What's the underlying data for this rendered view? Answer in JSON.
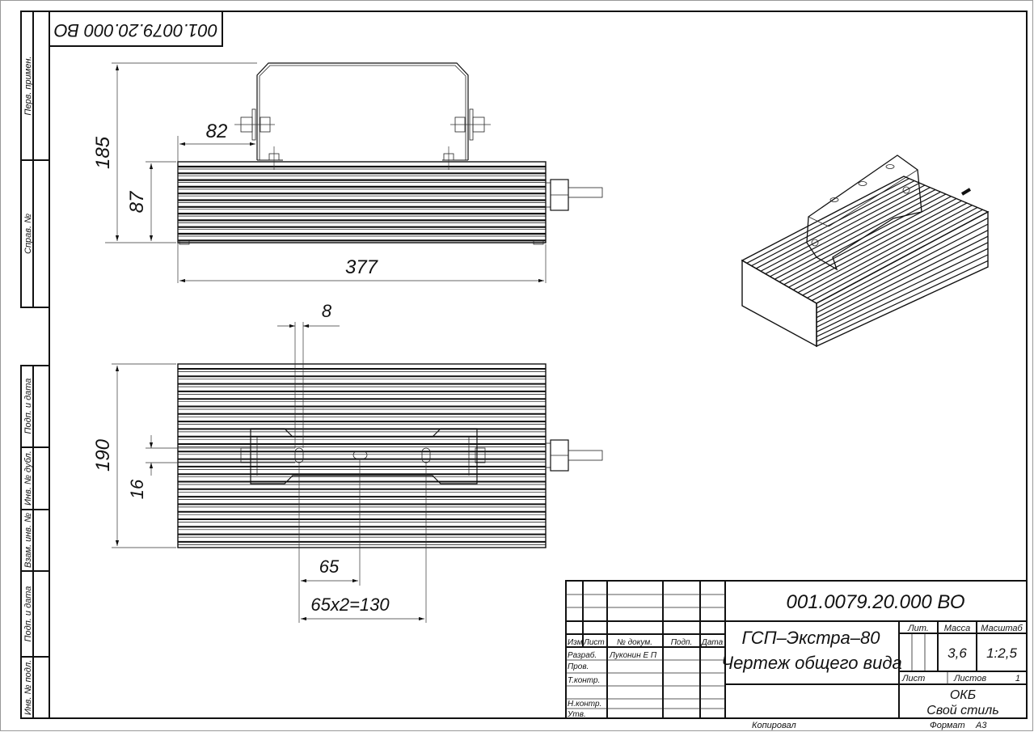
{
  "stamp_rotated": "001.0079.20.000 ВО",
  "sidebar": {
    "top": [
      "Перв. примен.",
      "Справ. №"
    ],
    "bottom": [
      "Подп. и дата",
      "Инв. № дубл.",
      "Взам. инв. №",
      "Подп. и дата",
      "Инв. № подл."
    ]
  },
  "dimensions": {
    "overall_height": "185",
    "body_height": "87",
    "bracket_offset": "82",
    "length": "377",
    "slot_width": "8",
    "width": "190",
    "slot_length": "16",
    "slot_pitch": "65",
    "slot_span": "65x2=130"
  },
  "title_block": {
    "doc_number": "001.0079.20.000 ВО",
    "name_line1": "ГСП–Экстра–80",
    "name_line2": "Чертеж общего вида",
    "headers": {
      "izm": "Изм",
      "list": "Лист",
      "doc_no": "№ докум.",
      "podp": "Подп.",
      "date": "Дата"
    },
    "roles": [
      {
        "role": "Разраб.",
        "name": "Луконин Е П"
      },
      {
        "role": "Пров.",
        "name": ""
      },
      {
        "role": "Т.контр.",
        "name": ""
      },
      {
        "role": "Н.контр.",
        "name": ""
      },
      {
        "role": "Утв.",
        "name": ""
      }
    ],
    "lit_label": "Лит.",
    "mass_label": "Масса",
    "scale_label": "Масштаб",
    "mass": "3,6",
    "scale": "1:2,5",
    "sheet_label": "Лист",
    "sheets_label": "Листов",
    "sheets": "1",
    "org_line1": "ОКБ",
    "org_line2": "Свой стиль"
  },
  "footer": {
    "copied": "Копировал",
    "format_label": "Формат",
    "format": "А3"
  }
}
